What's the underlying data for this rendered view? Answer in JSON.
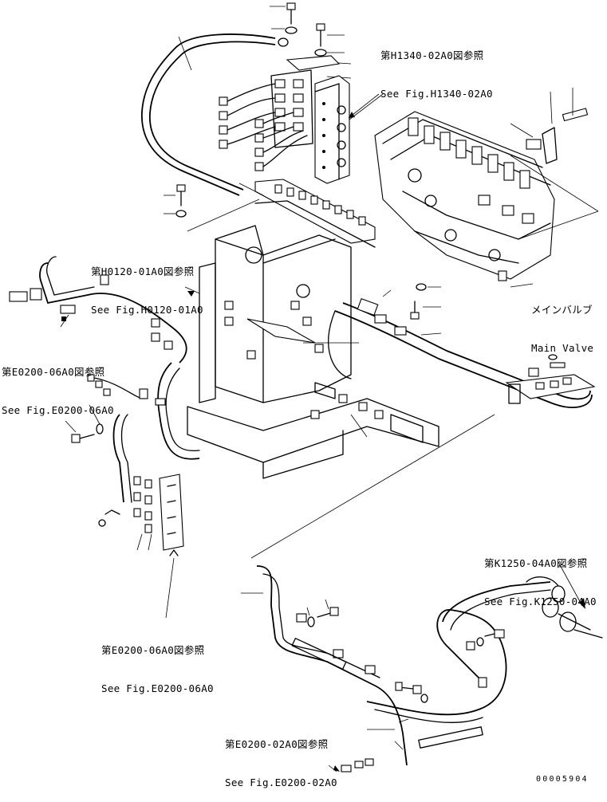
{
  "diagram": {
    "callouts": {
      "h1340": {
        "jp": "第H1340-02A0図参照",
        "en": "See Fig.H1340-02A0"
      },
      "h0120": {
        "jp": "第H0120-01A0図参照",
        "en": "See Fig.H0120-01A0"
      },
      "e0200_06_left": {
        "jp": "第E0200-06A0図参照",
        "en": "See Fig.E0200-06A0"
      },
      "main_valve": {
        "jp": "メインバルブ",
        "en": "Main Valve"
      },
      "k1250": {
        "jp": "第K1250-04A0図参照",
        "en": "See Fig.K1250-04A0"
      },
      "e0200_06_bottom": {
        "jp": "第E0200-06A0図参照",
        "en": "See Fig.E0200-06A0"
      },
      "e0200_02": {
        "jp": "第E0200-02A0図参照",
        "en": "See Fig.E0200-02A0"
      }
    },
    "document_number": "00005904"
  }
}
